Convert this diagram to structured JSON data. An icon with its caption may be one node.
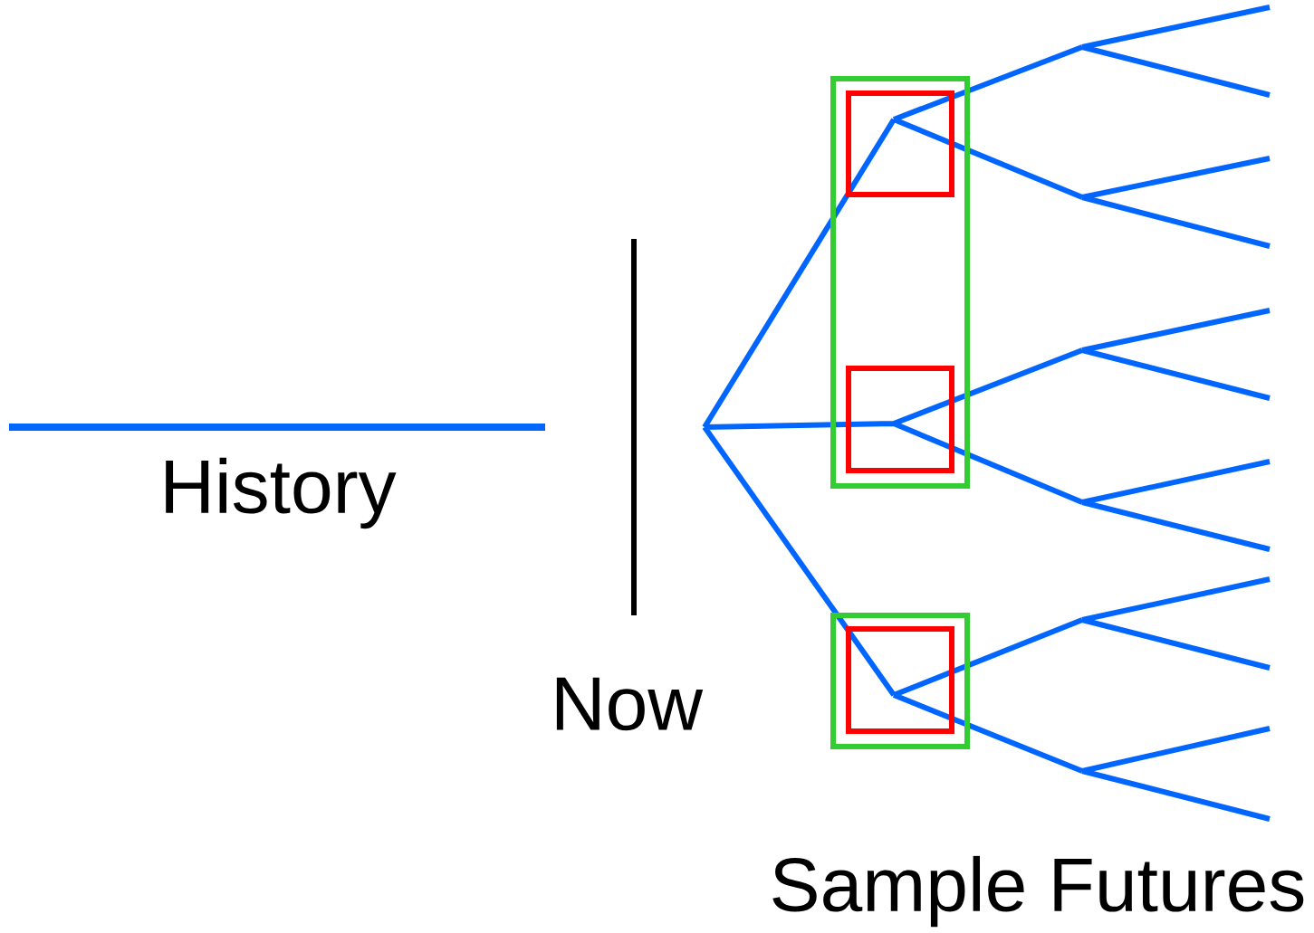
{
  "diagram": {
    "nodes": [
      {
        "text": [],
        "shape": "box"
      },
      {
        "text": [],
        "shape": "box",
        "in": 0
      },
      {
        "text": [],
        "shape": "box",
        "in": 0
      },
      {
        "text": [],
        "shape": "box"
      },
      {
        "text": [],
        "shape": "box",
        "in": 3
      }
    ],
    "labels": [
      "History",
      "Now",
      "Sample Futures"
    ]
  }
}
